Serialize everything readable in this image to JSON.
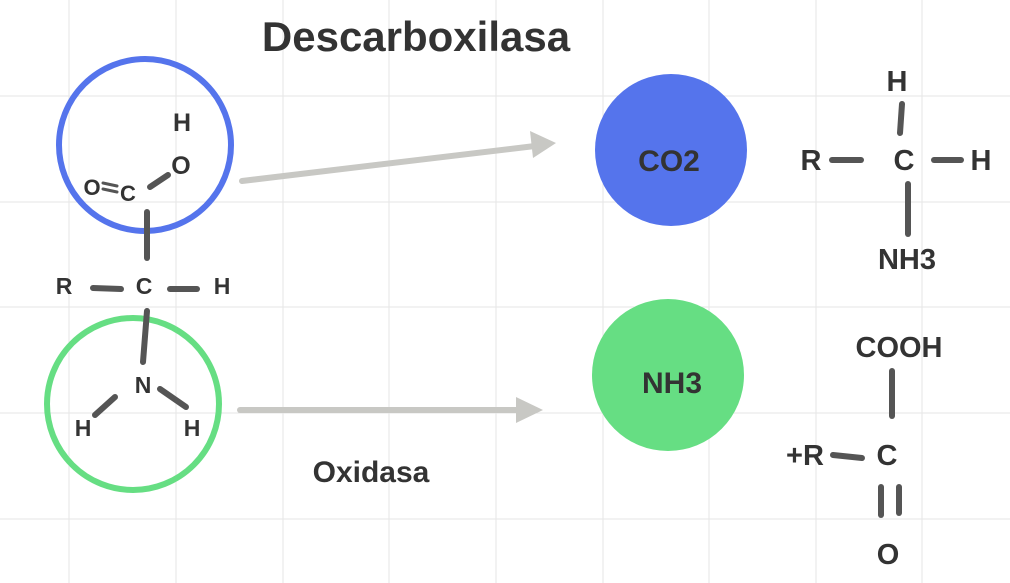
{
  "title": "Descarboxilasa",
  "label_oxidasa": "Oxidasa",
  "colors": {
    "blue": "#5574EC",
    "green": "#66DE83",
    "arrow": "#C8C8C4",
    "bond": "#555555",
    "text": "#333333",
    "grid": "#E6E6E6"
  },
  "molecule_left": {
    "carboxyl": {
      "h": "H",
      "o_top": "O",
      "o_left": "O",
      "c": "C"
    },
    "center": {
      "r": "R",
      "c": "C",
      "h": "H"
    },
    "amino": {
      "n": "N",
      "h_left": "H",
      "h_right": "H"
    }
  },
  "products": {
    "co2": "CO2",
    "nh3": "NH3"
  },
  "molecule_top_right": {
    "h_top": "H",
    "r": "R",
    "c": "C",
    "h_right": "H",
    "nh3": "NH3"
  },
  "molecule_bottom_right": {
    "cooh": "COOH",
    "r": "+R",
    "c": "C",
    "o": "O"
  }
}
